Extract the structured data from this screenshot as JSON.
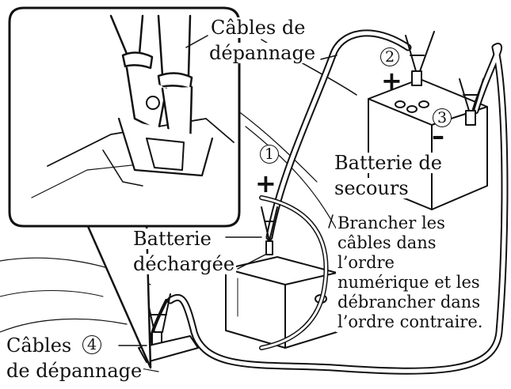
{
  "labels": {
    "cables_top_line1": "Câbles de",
    "cables_top_line2": "dépannage",
    "secours_line1": "Batterie de",
    "secours_line2": "secours",
    "dechargee_line1": "Batterie",
    "dechargee_line2": "déchargée",
    "cables_bottom_line1": "Câbles",
    "cables_bottom_line2": "de dépannage"
  },
  "note_lines": [
    "Brancher les",
    "câbles dans",
    "l’ordre",
    "numérique et les",
    "débrancher dans",
    "l’ordre contraire."
  ],
  "steps": {
    "one": "1",
    "two": "2",
    "three": "3",
    "four": "4"
  },
  "signs": {
    "plus": "+",
    "minus": "–"
  }
}
